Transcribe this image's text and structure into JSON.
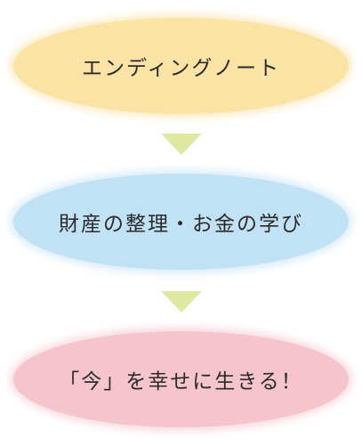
{
  "flow": {
    "steps": [
      {
        "label": "エンディングノート",
        "color": "#fbe3a6"
      },
      {
        "label": "財産の整理・お金の学び",
        "color": "#c1e1f5"
      },
      {
        "label": "「今」を幸せに生きる！",
        "color": "#f5c4cc"
      }
    ],
    "arrow_color": "#dfe7a0",
    "arrow_icon": "down-triangle"
  }
}
